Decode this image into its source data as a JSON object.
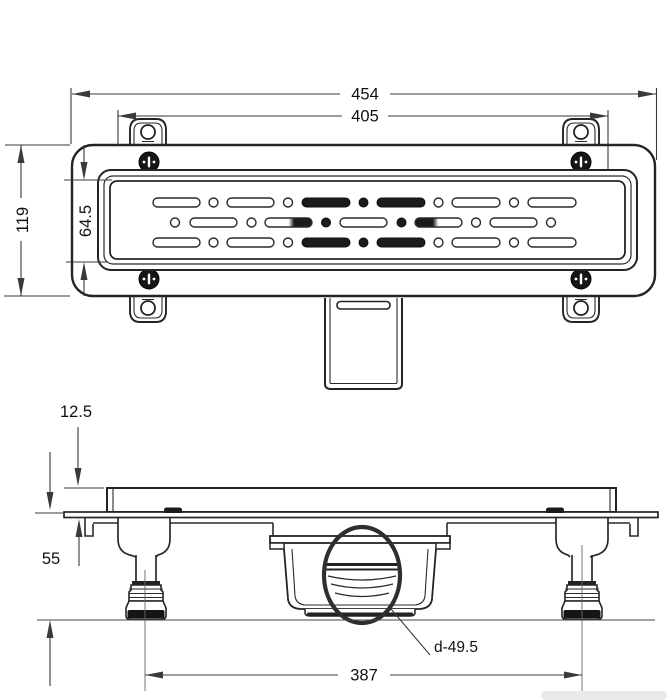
{
  "drawing": {
    "type": "technical-drawing",
    "subject": "linear shower drain with grate - dimensioned drawing, plan view and front section view",
    "views": {
      "top": {
        "label": "plan-view",
        "dims": {
          "overall_length": "454",
          "mount_spacing": "405",
          "body_width": "119",
          "grate_width": "64.5"
        }
      },
      "side": {
        "label": "front-section-view",
        "dims": {
          "grate_thickness": "12.5",
          "body_depth": "55",
          "feet_spacing": "387",
          "outlet_diameter": "d-49.5"
        }
      }
    },
    "colors": {
      "line": "#2b2b2b",
      "dim_line": "#3a3a3a",
      "dark_fill": "#1c1c1c",
      "background": "#ffffff",
      "watermark": "#e9e9e9"
    }
  }
}
